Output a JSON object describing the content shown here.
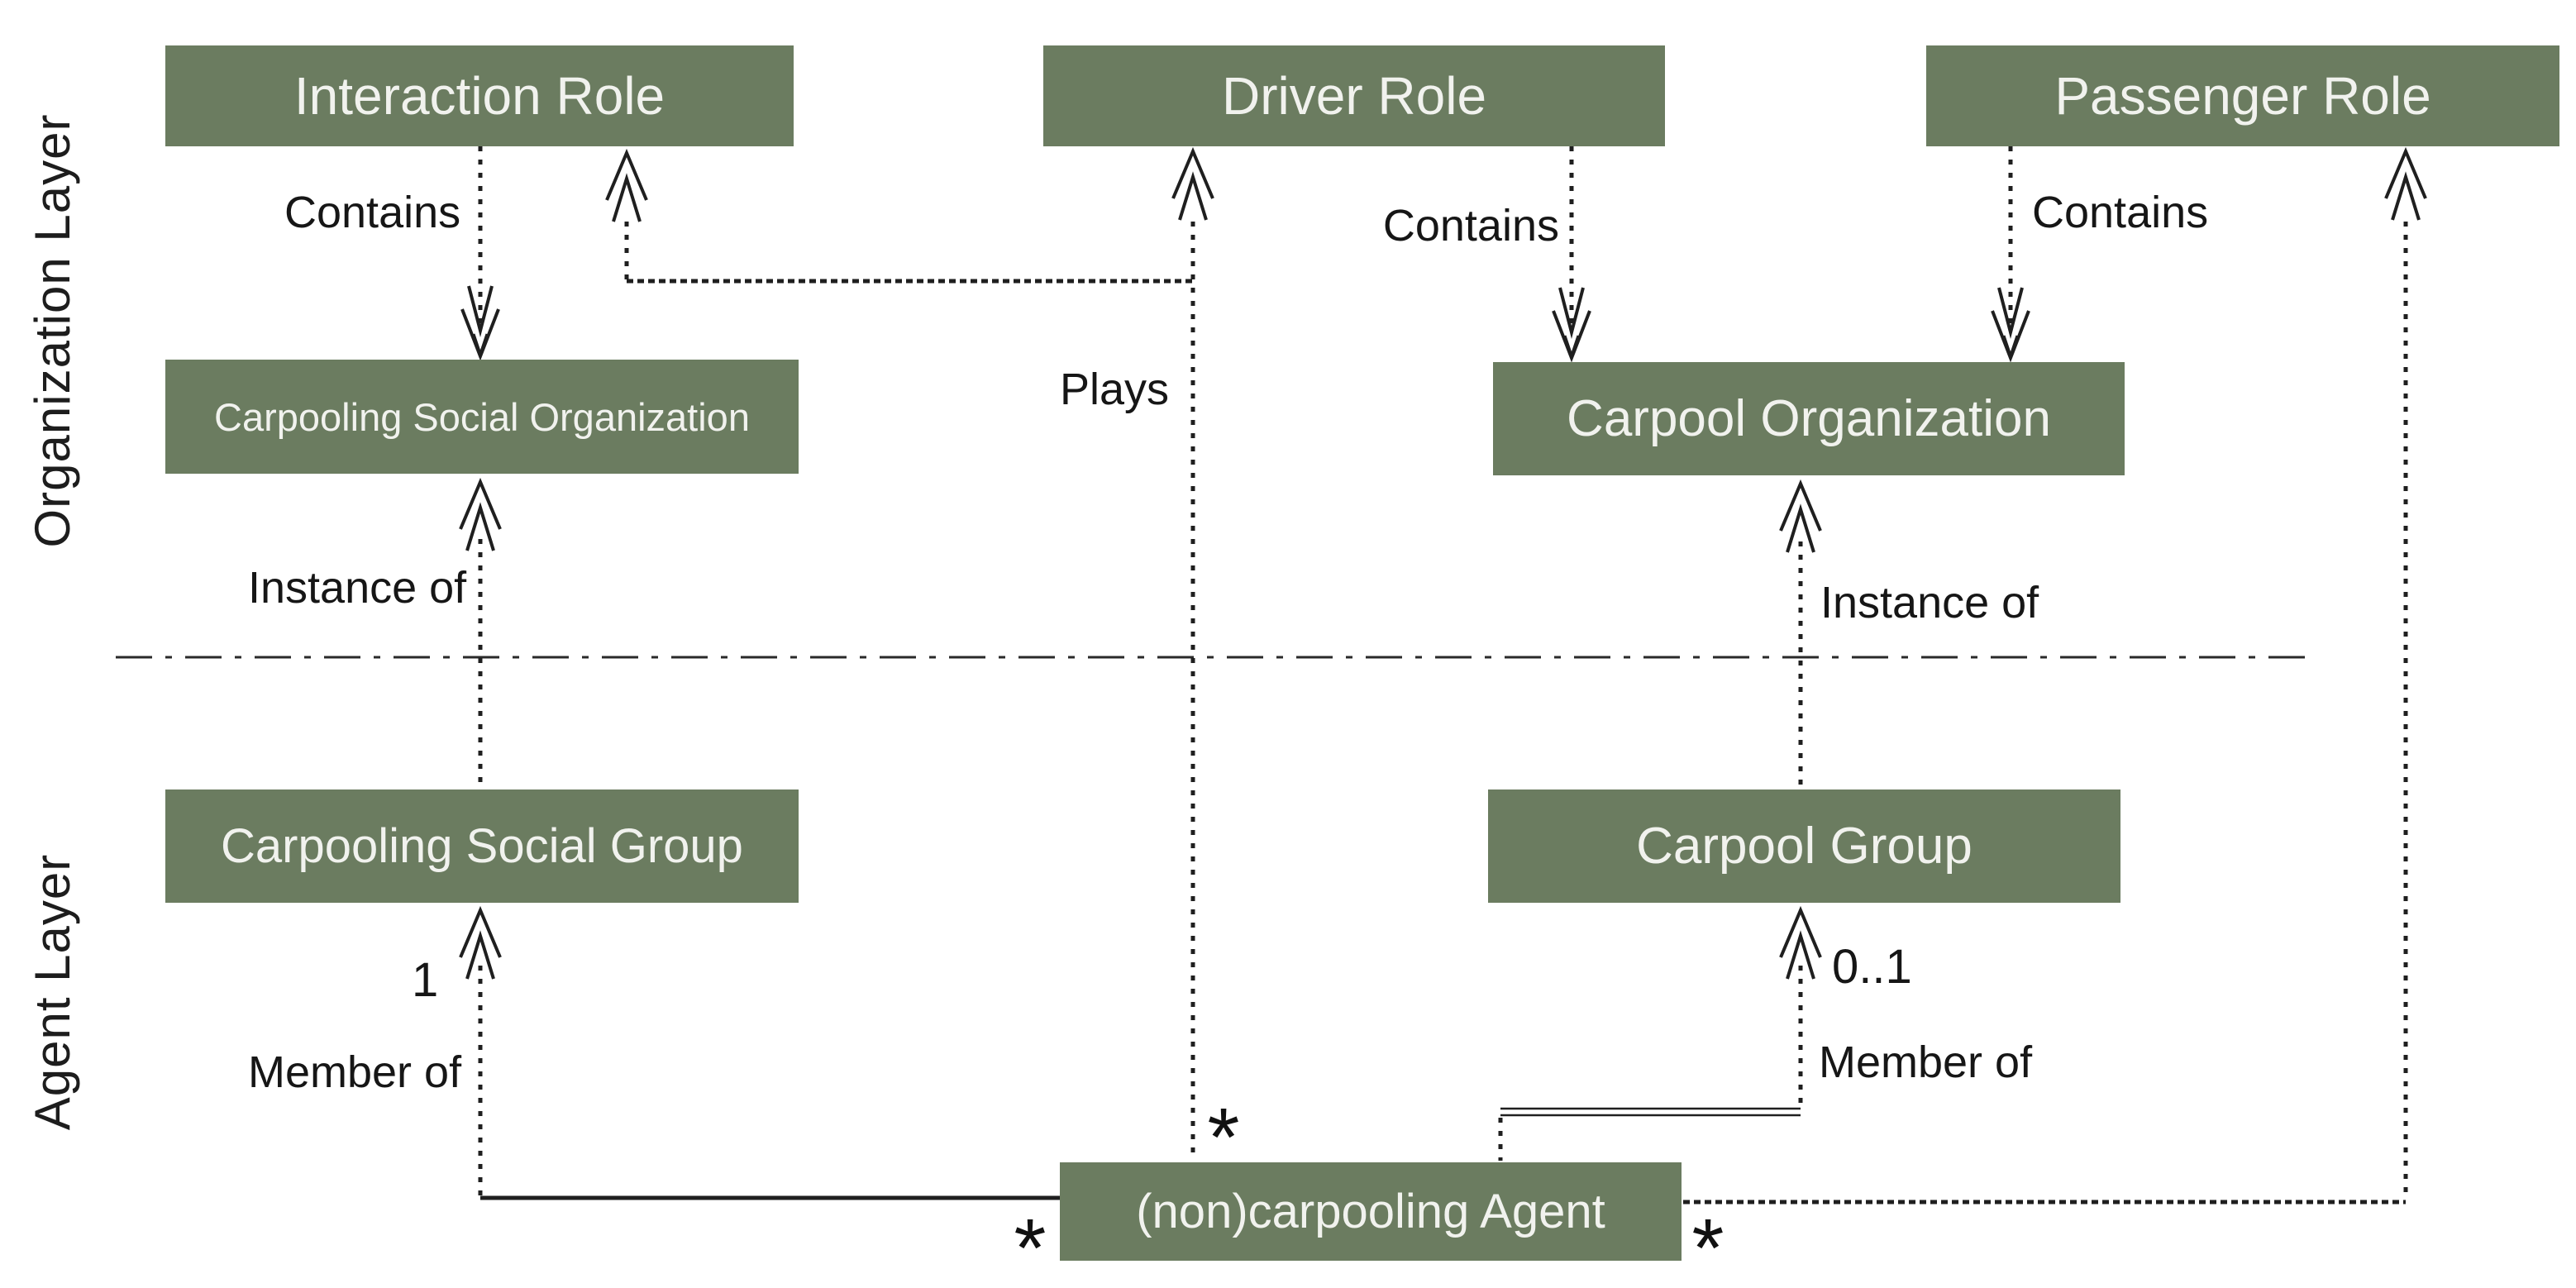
{
  "figure": {
    "background": "#ffffff",
    "box_color": "#6B7C60",
    "box_text_color": "#F1F2EE",
    "line_color": "#1f1f1f",
    "label_color": "#161616"
  },
  "layers": {
    "organization": "Organization Layer",
    "agent": "Agent Layer"
  },
  "nodes": {
    "interaction_role": "Interaction Role",
    "driver_role": "Driver Role",
    "passenger_role": "Passenger Role",
    "carpooling_social_organization": "Carpooling Social Organization",
    "carpool_organization": "Carpool Organization",
    "carpooling_social_group": "Carpooling Social Group",
    "carpool_group": "Carpool Group",
    "agent": "(non)carpooling Agent"
  },
  "edge_labels": {
    "contains_left": "Contains",
    "contains_middle": "Contains",
    "contains_right": "Contains",
    "plays": "Plays",
    "instance_of_left": "Instance of",
    "instance_of_right": "Instance of",
    "member_of_left": "Member of",
    "member_of_right": "Member of"
  },
  "multiplicities": {
    "member_of_left_group_end": "1",
    "member_of_right_group_end": "0..1",
    "plays_agent_end": "*",
    "member_of_left_agent_end": "*",
    "plays_right_agent_end": "*"
  },
  "edges": [
    {
      "label": "Contains",
      "from": "interaction_role",
      "to": "carpooling_social_organization"
    },
    {
      "label": "Contains",
      "from": "driver_role",
      "to": "carpool_organization"
    },
    {
      "label": "Contains",
      "from": "passenger_role",
      "to": "carpool_organization"
    },
    {
      "label": "",
      "from": "driver_role",
      "to": "interaction_role"
    },
    {
      "label": "Plays",
      "from": "agent",
      "to": "driver_role",
      "agent_multiplicity": "*"
    },
    {
      "label": "",
      "from": "agent",
      "to": "passenger_role",
      "agent_multiplicity": "*"
    },
    {
      "label": "Instance of",
      "from": "carpooling_social_group",
      "to": "carpooling_social_organization"
    },
    {
      "label": "Instance of",
      "from": "carpool_group",
      "to": "carpool_organization"
    },
    {
      "label": "Member of",
      "from": "agent",
      "to": "carpooling_social_group",
      "agent_multiplicity": "*",
      "group_multiplicity": "1"
    },
    {
      "label": "Member of",
      "from": "agent",
      "to": "carpool_group",
      "group_multiplicity": "0..1"
    }
  ]
}
